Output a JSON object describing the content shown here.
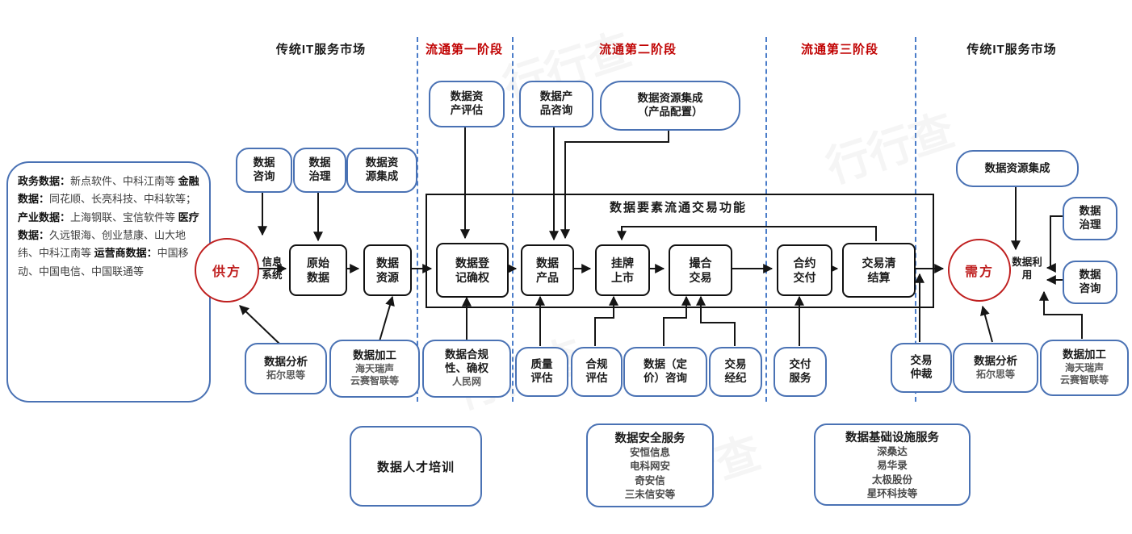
{
  "watermark_text": "行行查",
  "colors": {
    "accent_red": "#c00000",
    "blue_border": "#4a72b4",
    "dashed_line": "#4a7cc9",
    "line": "#1a1a1a"
  },
  "headers": {
    "market_left": "传统IT服务市场",
    "stage1": "流通第一阶段",
    "stage2": "流通第二阶段",
    "stage3": "流通第三阶段",
    "market_right": "传统IT服务市场"
  },
  "left_panel": {
    "entries": [
      {
        "label": "政务数据：",
        "text": "新点软件、中科江南等"
      },
      {
        "label": "金融数据：",
        "text": "同花顺、长亮科技、中科软等；"
      },
      {
        "label": "产业数据：",
        "text": "上海钢联、宝信软件等"
      },
      {
        "label": "医疗数据：",
        "text": "久远银海、创业慧康、山大地纬、中科江南等"
      },
      {
        "label": "运营商数据：",
        "text": "中国移动、中国电信、中国联通等"
      }
    ]
  },
  "flow": {
    "frame_title": "数据要素流通交易功能",
    "supplier": "供方",
    "info_system": "信息系统",
    "raw_data": "原始数据",
    "data_resource": "数据资源",
    "registration": "数据登记确权",
    "product": "数据产品",
    "listing": "挂牌上市",
    "matching": "撮合交易",
    "contract_delivery": "合约交付",
    "settlement": "交易清结算",
    "demander": "需方",
    "data_use": "数据利用"
  },
  "top_services": {
    "asset_eval": "数据资产评估",
    "product_consult": "数据产品咨询",
    "resource_integration": "数据资源集成（产品配置）"
  },
  "supply_services": {
    "consult": "数据咨询",
    "governance": "数据治理",
    "integration": "数据资源集成"
  },
  "demand_services": {
    "integration": "数据资源集成",
    "governance": "数据治理",
    "consult": "数据咨询",
    "analysis": {
      "title": "数据分析",
      "sub": "拓尔思等"
    },
    "processing": {
      "title": "数据加工",
      "sub1": "海天瑞声",
      "sub2": "云赛智联等"
    }
  },
  "bottom_services": {
    "analysis": {
      "title": "数据分析",
      "sub": "拓尔思等"
    },
    "processing": {
      "title": "数据加工",
      "sub1": "海天瑞声",
      "sub2": "云赛智联等"
    },
    "compliance": {
      "title": "数据合规性、确权",
      "sub": "人民网"
    },
    "quality": "质量评估",
    "compliance_eval": "合规评估",
    "pricing": "数据（定价）咨询",
    "brokerage": "交易经纪",
    "delivery_service": "交付服务",
    "arbitration": "交易仲裁"
  },
  "bottom_panels": {
    "training": "数据人才培训",
    "security": {
      "title": "数据安全服务",
      "items": [
        "安恒信息",
        "电科网安",
        "奇安信",
        "三未信安等"
      ]
    },
    "infra": {
      "title": "数据基础设施服务",
      "items": [
        "深桑达",
        "易华录",
        "太极股份",
        "星环科技等"
      ]
    }
  }
}
